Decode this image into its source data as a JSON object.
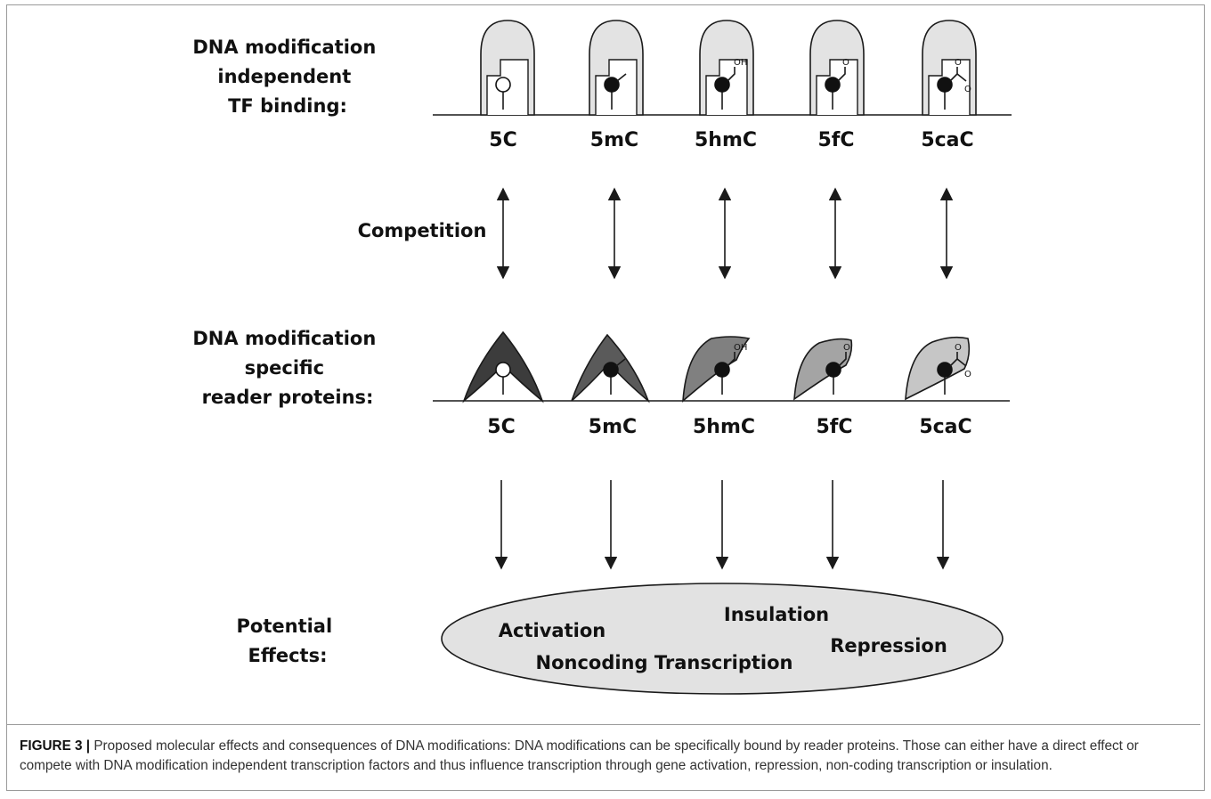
{
  "labels": {
    "top": [
      "DNA modification",
      "independent",
      "TF binding:"
    ],
    "competition": "Competition",
    "middle": [
      "DNA modification",
      "specific",
      "reader proteins:"
    ],
    "effects": [
      "Potential",
      "Effects:"
    ]
  },
  "modifications": [
    {
      "name": "5C",
      "group": "none",
      "base": "open-circle"
    },
    {
      "name": "5mC",
      "group": "methyl",
      "base": "filled-circle"
    },
    {
      "name": "5hmC",
      "group": "hydroxymethyl",
      "base": "filled-circle",
      "text": "OH"
    },
    {
      "name": "5fC",
      "group": "formyl",
      "base": "filled-circle",
      "text": "O"
    },
    {
      "name": "5caC",
      "group": "carboxyl",
      "base": "filled-circle",
      "text": "O"
    }
  ],
  "reader_colors": [
    "#3c3c3c",
    "#5a5a5a",
    "#808080",
    "#a4a4a4",
    "#c6c6c6"
  ],
  "tf_color": "#e3e3e3",
  "effect_color": "#e2e2e2",
  "effects": {
    "activation": "Activation",
    "insulation": "Insulation",
    "repression": "Repression",
    "noncoding": "Noncoding Transcription"
  },
  "caption": {
    "prefix": "FIGURE 3 |",
    "text": " Proposed molecular effects and consequences of DNA modifications: DNA modifications can be specifically bound by reader proteins. Those can either have a direct effect or compete with DNA modification independent transcription factors and thus influence transcription through gene activation, repression, non-coding transcription or insulation."
  }
}
